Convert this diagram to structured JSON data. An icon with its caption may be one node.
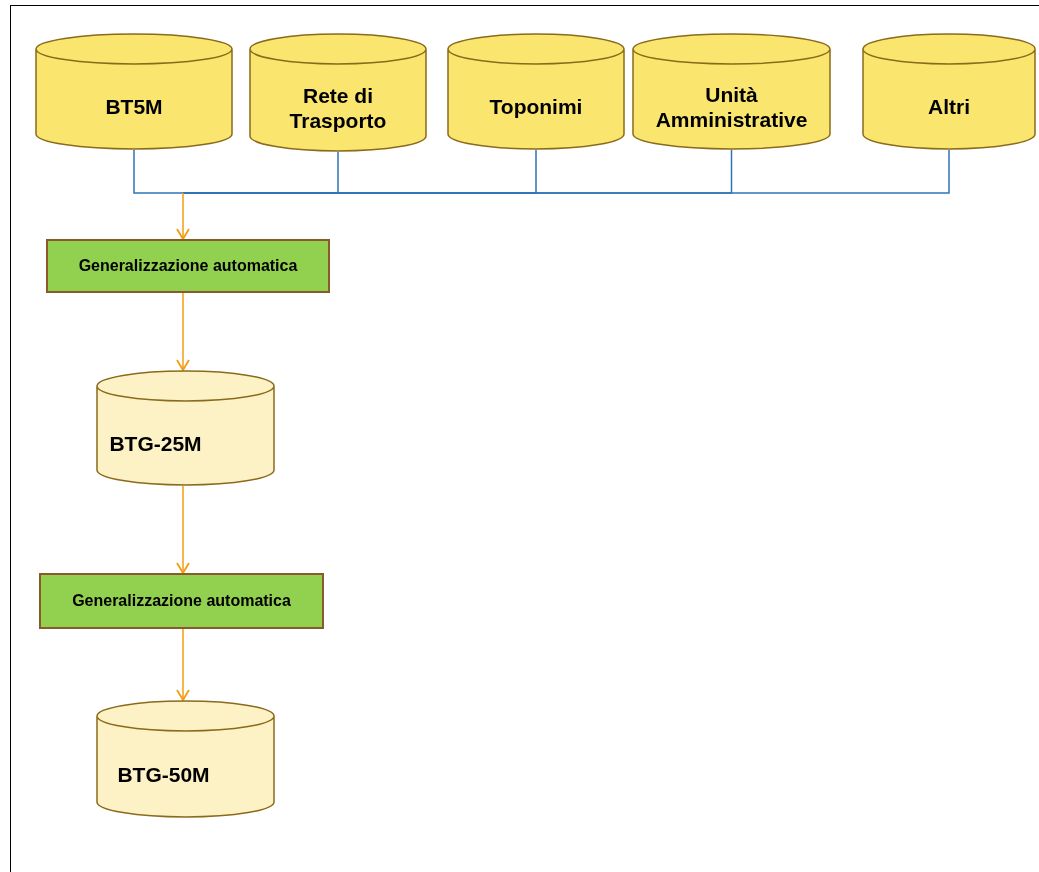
{
  "diagram": {
    "nodes": [
      {
        "text": [
          "BT5M"
        ]
      },
      {
        "text": [
          "Rete di Trasporto"
        ]
      },
      {
        "text": [
          "Toponimi"
        ]
      },
      {
        "text": [
          "Unità Amministrative"
        ]
      },
      {
        "text": [
          "Altri"
        ]
      },
      {
        "text": [
          "Generalizzazione automatica"
        ]
      },
      {
        "text": [
          "BTG-25M"
        ]
      },
      {
        "text": [
          "Generalizzazione automatica"
        ]
      },
      {
        "text": [
          "BTG-50M"
        ]
      }
    ],
    "edges": [
      {
        "from": 0,
        "to": 5,
        "arrow": "to",
        "color": "#2e75b6"
      },
      {
        "from": 1,
        "to": 5,
        "arrow": "to",
        "color": "#2e75b6"
      },
      {
        "from": 2,
        "to": 5,
        "arrow": "to",
        "color": "#2e75b6"
      },
      {
        "from": 3,
        "to": 5,
        "arrow": "to",
        "color": "#2e75b6"
      },
      {
        "from": 4,
        "to": 5,
        "arrow": "to",
        "color": "#2e75b6"
      },
      {
        "from": 5,
        "to": 6,
        "arrow": "to",
        "color": "#f39c12"
      },
      {
        "from": 6,
        "to": 7,
        "arrow": "to",
        "color": "#f39c12"
      },
      {
        "from": 7,
        "to": 8,
        "arrow": "to",
        "color": "#f39c12"
      }
    ]
  }
}
